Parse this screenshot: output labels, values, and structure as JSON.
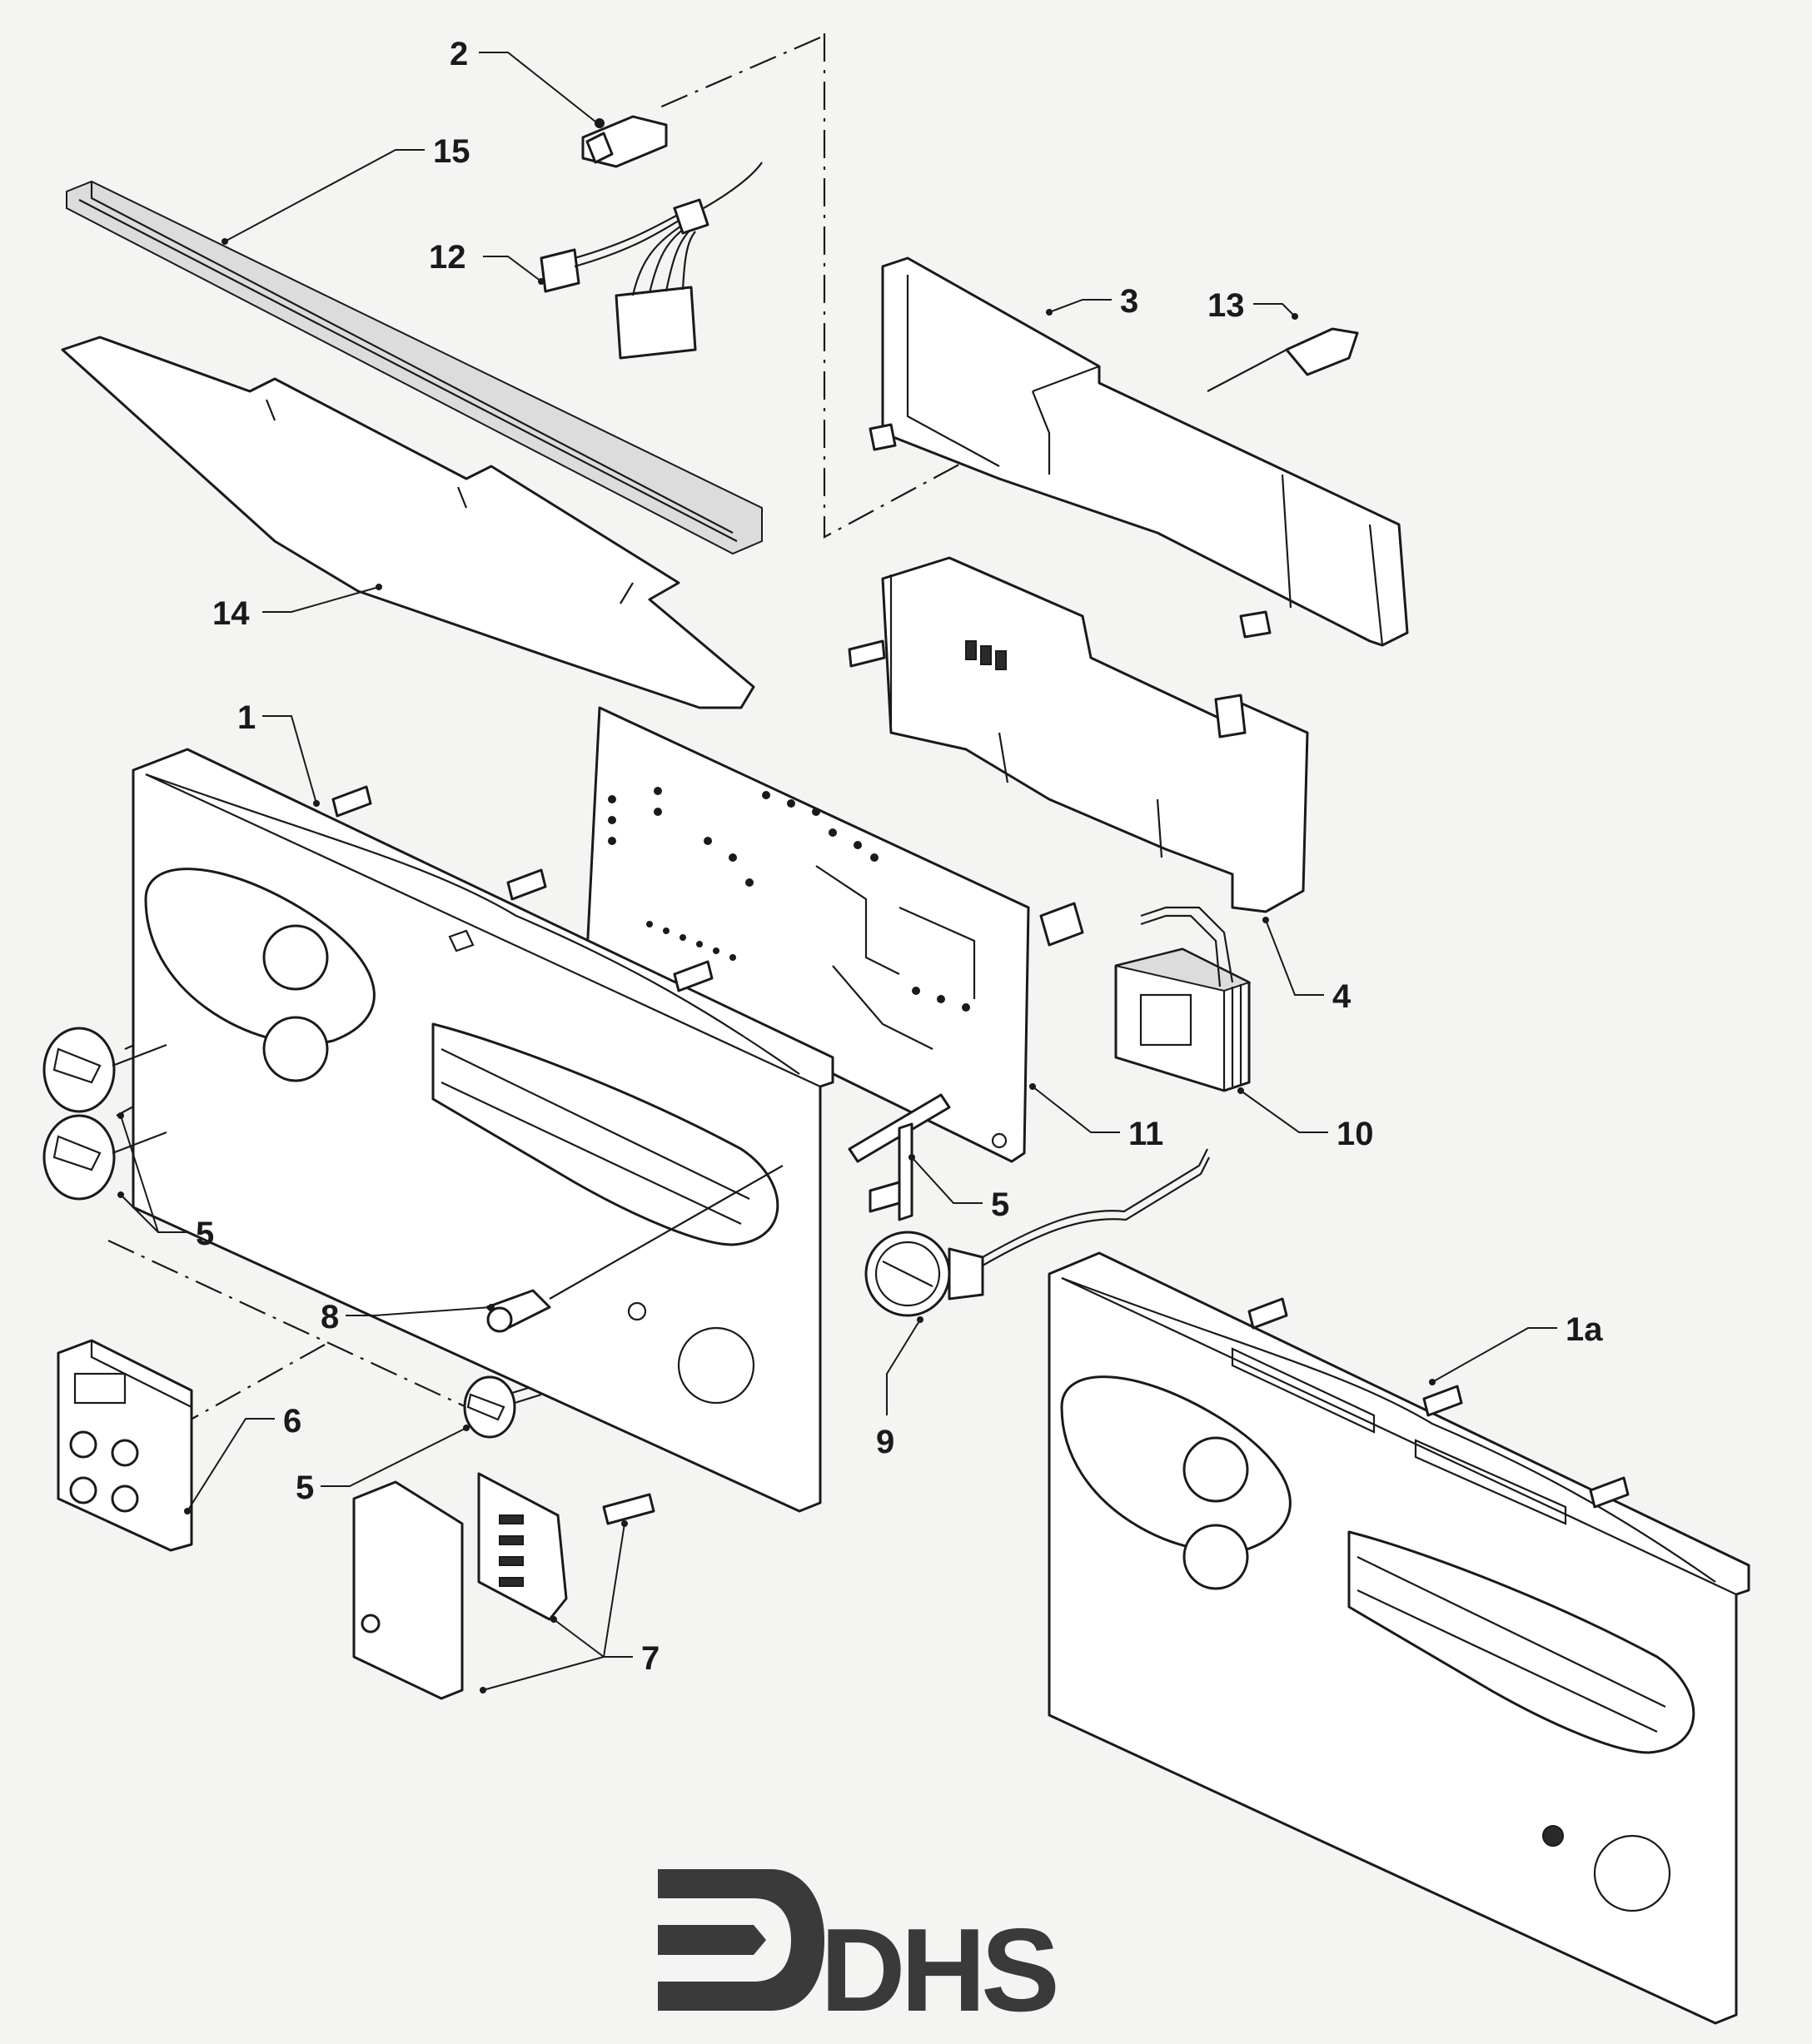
{
  "diagram": {
    "callouts": [
      {
        "id": "c2",
        "label": "2"
      },
      {
        "id": "c15",
        "label": "15"
      },
      {
        "id": "c12",
        "label": "12"
      },
      {
        "id": "c3",
        "label": "3"
      },
      {
        "id": "c13",
        "label": "13"
      },
      {
        "id": "c14",
        "label": "14"
      },
      {
        "id": "c1",
        "label": "1"
      },
      {
        "id": "c4",
        "label": "4"
      },
      {
        "id": "c11",
        "label": "11"
      },
      {
        "id": "c10",
        "label": "10"
      },
      {
        "id": "c5a",
        "label": "5"
      },
      {
        "id": "c5b",
        "label": "5"
      },
      {
        "id": "c5c",
        "label": "5"
      },
      {
        "id": "c8",
        "label": "8"
      },
      {
        "id": "c9",
        "label": "9"
      },
      {
        "id": "c1a",
        "label": "1a"
      },
      {
        "id": "c6",
        "label": "6"
      },
      {
        "id": "c7",
        "label": "7"
      }
    ]
  },
  "logo": {
    "text": "DHS",
    "color": "#3a3a3a"
  }
}
